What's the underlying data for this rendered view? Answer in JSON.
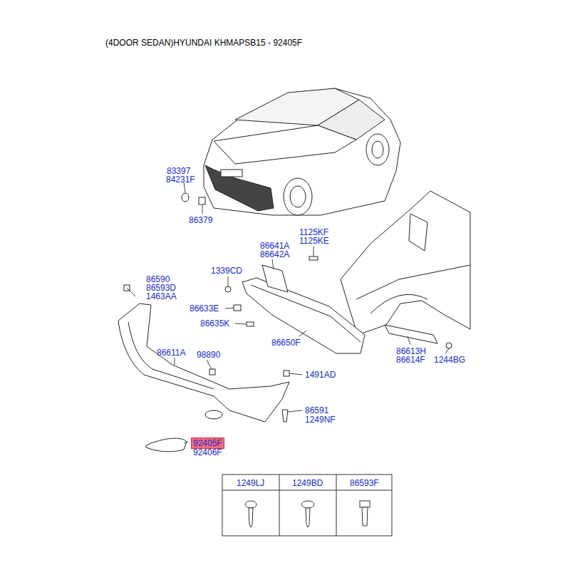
{
  "diagram": {
    "title": "(4DOOR SEDAN)HYUNDAI KHMAPSB15 - 92405F",
    "nodes": [
      {
        "text": [
          "92405F"
        ]
      }
    ],
    "labels": [
      "83397",
      "84231F",
      "86379",
      "86641A",
      "86642A",
      "1125KF",
      "1125KE",
      "1339CD",
      "86590",
      "86593D",
      "1463AA",
      "86633E",
      "86635K",
      "86650F",
      "86611A",
      "98890",
      "1491AD",
      "86591",
      "1249NF",
      "86613H",
      "86614F",
      "1244BG",
      "92406F",
      "1249LJ",
      "1249BD",
      "86593F"
    ]
  }
}
